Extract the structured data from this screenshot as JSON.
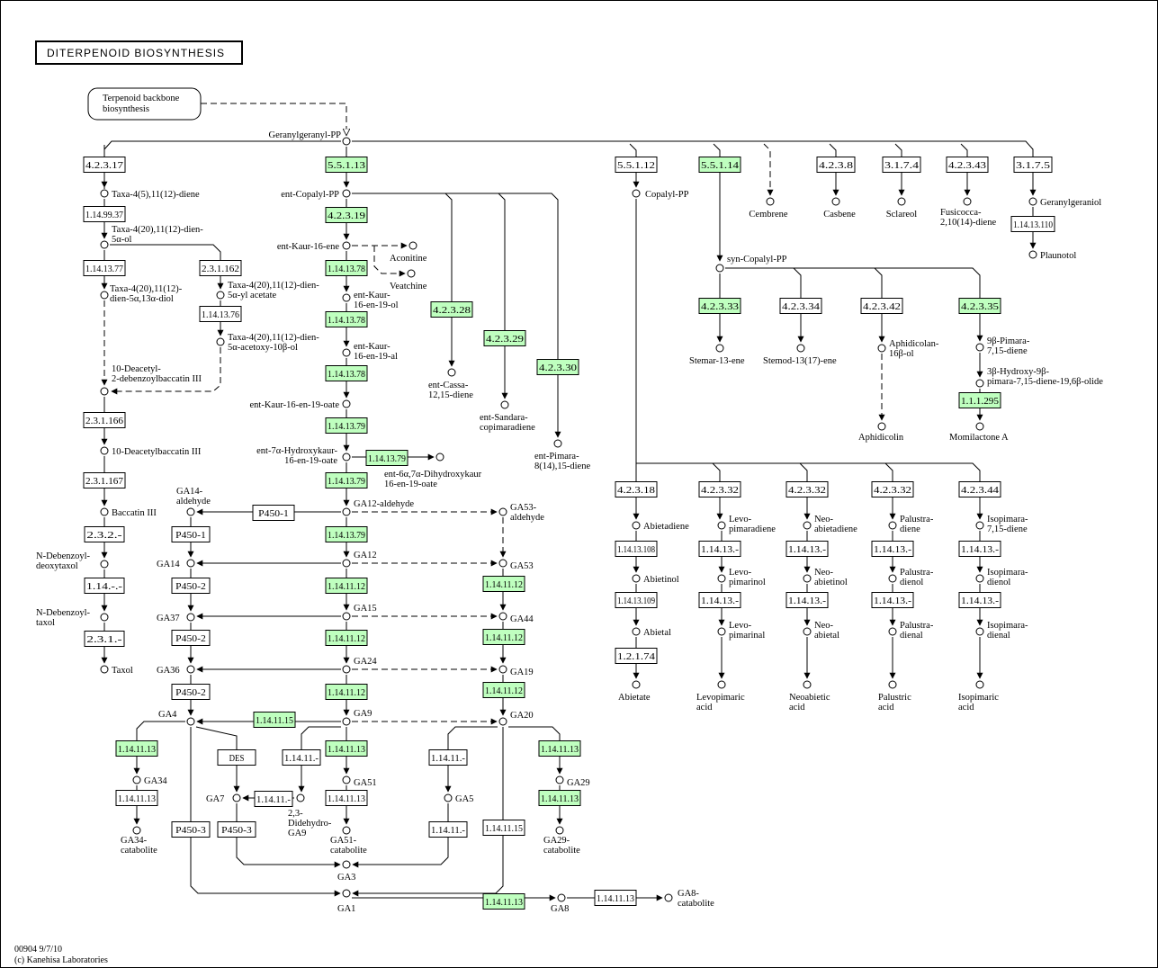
{
  "diagram": {
    "title": "DITERPENOID BIOSYNTHESIS",
    "map_ref": "Terpenoid backbone biosynthesis",
    "footer": [
      "00904 9/7/10",
      "(c) Kanehisa Laboratories"
    ],
    "colors": {
      "enzyme_present": "#bfffbf",
      "line": "#000000",
      "background": "#ffffff"
    },
    "enzymes": [
      {
        "id": "e1",
        "label": "4.2.3.17",
        "present": false
      },
      {
        "id": "e2",
        "label": "5.5.1.13",
        "present": true
      },
      {
        "id": "e3",
        "label": "5.5.1.12",
        "present": false
      },
      {
        "id": "e4",
        "label": "5.5.1.14",
        "present": true
      },
      {
        "id": "e5",
        "label": "4.2.3.8",
        "present": false
      },
      {
        "id": "e6",
        "label": "3.1.7.4",
        "present": false
      },
      {
        "id": "e7",
        "label": "4.2.3.43",
        "present": false
      },
      {
        "id": "e8",
        "label": "3.1.7.5",
        "present": false
      },
      {
        "id": "e9",
        "label": "1.14.99.37",
        "present": false
      },
      {
        "id": "e10",
        "label": "4.2.3.19",
        "present": true
      },
      {
        "id": "e11",
        "label": "1.14.13.110",
        "present": false
      },
      {
        "id": "e12",
        "label": "1.14.13.77",
        "present": false
      },
      {
        "id": "e13",
        "label": "2.3.1.162",
        "present": false
      },
      {
        "id": "e14",
        "label": "1.14.13.78",
        "present": true
      },
      {
        "id": "e15",
        "label": "1.14.13.76",
        "present": false
      },
      {
        "id": "e16",
        "label": "1.14.13.78",
        "present": true
      },
      {
        "id": "e17",
        "label": "4.2.3.28",
        "present": true
      },
      {
        "id": "e18",
        "label": "4.2.3.29",
        "present": true
      },
      {
        "id": "e19",
        "label": "4.2.3.30",
        "present": true
      },
      {
        "id": "e20",
        "label": "1.14.13.78",
        "present": true
      },
      {
        "id": "e21",
        "label": "4.2.3.33",
        "present": true
      },
      {
        "id": "e22",
        "label": "4.2.3.34",
        "present": false
      },
      {
        "id": "e23",
        "label": "4.2.3.42",
        "present": false
      },
      {
        "id": "e24",
        "label": "4.2.3.35",
        "present": true
      },
      {
        "id": "e25",
        "label": "1.1.1.295",
        "present": true
      },
      {
        "id": "e26",
        "label": "2.3.1.166",
        "present": false
      },
      {
        "id": "e27",
        "label": "1.14.13.79",
        "present": true
      },
      {
        "id": "e28",
        "label": "1.14.13.79",
        "present": true
      },
      {
        "id": "e29",
        "label": "2.3.1.167",
        "present": false
      },
      {
        "id": "e30",
        "label": "1.14.13.79",
        "present": true
      },
      {
        "id": "e31",
        "label": "4.2.3.18",
        "present": false
      },
      {
        "id": "e32",
        "label": "4.2.3.32",
        "present": false
      },
      {
        "id": "e33",
        "label": "4.2.3.32",
        "present": false
      },
      {
        "id": "e34",
        "label": "4.2.3.32",
        "present": false
      },
      {
        "id": "e35",
        "label": "4.2.3.44",
        "present": false
      },
      {
        "id": "e36",
        "label": "P450-1",
        "present": false
      },
      {
        "id": "e37",
        "label": "P450-1",
        "present": false
      },
      {
        "id": "e38",
        "label": "1.14.13.79",
        "present": true
      },
      {
        "id": "e39",
        "label": "2.3.2.-",
        "present": false
      },
      {
        "id": "e40",
        "label": "1.14.13.108",
        "present": false
      },
      {
        "id": "e41",
        "label": "1.14.13.-",
        "present": false
      },
      {
        "id": "e42",
        "label": "1.14.13.-",
        "present": false
      },
      {
        "id": "e43",
        "label": "1.14.13.-",
        "present": false
      },
      {
        "id": "e44",
        "label": "1.14.13.-",
        "present": false
      },
      {
        "id": "e45",
        "label": "P450-2",
        "present": false
      },
      {
        "id": "e46",
        "label": "1.14.11.12",
        "present": true
      },
      {
        "id": "e47",
        "label": "1.14.11.12",
        "present": true
      },
      {
        "id": "e48",
        "label": "1.14.-.-",
        "present": false
      },
      {
        "id": "e49",
        "label": "1.14.13.109",
        "present": false
      },
      {
        "id": "e50",
        "label": "1.14.13.-",
        "present": false
      },
      {
        "id": "e51",
        "label": "1.14.13.-",
        "present": false
      },
      {
        "id": "e52",
        "label": "1.14.13.-",
        "present": false
      },
      {
        "id": "e53",
        "label": "1.14.13.-",
        "present": false
      },
      {
        "id": "e54",
        "label": "P450-2",
        "present": false
      },
      {
        "id": "e55",
        "label": "1.14.11.12",
        "present": true
      },
      {
        "id": "e56",
        "label": "1.14.11.12",
        "present": true
      },
      {
        "id": "e57",
        "label": "2.3.1.-",
        "present": false
      },
      {
        "id": "e58",
        "label": "1.2.1.74",
        "present": false
      },
      {
        "id": "e59",
        "label": "P450-2",
        "present": false
      },
      {
        "id": "e60",
        "label": "1.14.11.12",
        "present": true
      },
      {
        "id": "e61",
        "label": "1.14.11.12",
        "present": true
      },
      {
        "id": "e62",
        "label": "1.14.11.15",
        "present": true
      },
      {
        "id": "e63",
        "label": "1.14.11.13",
        "present": true
      },
      {
        "id": "e64",
        "label": "DES",
        "present": false
      },
      {
        "id": "e65",
        "label": "1.14.11.-",
        "present": false
      },
      {
        "id": "e66",
        "label": "1.14.11.13",
        "present": true
      },
      {
        "id": "e67",
        "label": "1.14.11.-",
        "present": false
      },
      {
        "id": "e68",
        "label": "1.14.11.13",
        "present": true
      },
      {
        "id": "e69",
        "label": "1.14.11.13",
        "present": false
      },
      {
        "id": "e70",
        "label": "1.14.11.-",
        "present": false
      },
      {
        "id": "e71",
        "label": "1.14.11.13",
        "present": false
      },
      {
        "id": "e72",
        "label": "1.14.11.13",
        "present": true
      },
      {
        "id": "e73",
        "label": "P450-3",
        "present": false
      },
      {
        "id": "e74",
        "label": "P450-3",
        "present": false
      },
      {
        "id": "e75",
        "label": "1.14.11.-",
        "present": false
      },
      {
        "id": "e76",
        "label": "1.14.11.15",
        "present": false
      },
      {
        "id": "e77",
        "label": "1.14.11.13",
        "present": true
      },
      {
        "id": "e78",
        "label": "1.14.11.13",
        "present": false
      }
    ],
    "compounds": [
      {
        "id": "c1",
        "lines": [
          "Geranylgeranyl-PP"
        ]
      },
      {
        "id": "c2",
        "lines": [
          "Taxa-4(5),11(12)-diene"
        ]
      },
      {
        "id": "c3",
        "lines": [
          "ent-Copalyl-PP"
        ]
      },
      {
        "id": "c4",
        "lines": [
          "Copalyl-PP"
        ]
      },
      {
        "id": "c5",
        "lines": [
          "Cembrene"
        ]
      },
      {
        "id": "c6",
        "lines": [
          "Casbene"
        ]
      },
      {
        "id": "c7",
        "lines": [
          "Sclareol"
        ]
      },
      {
        "id": "c8",
        "lines": [
          "Fusicocca-",
          "2,10(14)-diene"
        ]
      },
      {
        "id": "c9",
        "lines": [
          "Geranylgeraniol"
        ]
      },
      {
        "id": "c10",
        "lines": [
          "Taxa-4(20),11(12)-dien-",
          "5α-ol"
        ]
      },
      {
        "id": "c11",
        "lines": [
          "ent-Kaur-16-ene"
        ]
      },
      {
        "id": "c12",
        "lines": [
          "Aconitine"
        ]
      },
      {
        "id": "c13",
        "lines": [
          "Plaunotol"
        ]
      },
      {
        "id": "c14",
        "lines": [
          "syn-Copalyl-PP"
        ]
      },
      {
        "id": "c15",
        "lines": [
          "Veatchine"
        ]
      },
      {
        "id": "c16",
        "lines": [
          "Taxa-4(20),11(12)-",
          "dien-5α,13α-diol"
        ]
      },
      {
        "id": "c17",
        "lines": [
          "Taxa-4(20),11(12)-dien-",
          "5α-yl acetate"
        ]
      },
      {
        "id": "c18",
        "lines": [
          "ent-Kaur-",
          "16-en-19-ol"
        ]
      },
      {
        "id": "c19",
        "lines": [
          "Taxa-4(20),11(12)-dien-",
          "5α-acetoxy-10β-ol"
        ]
      },
      {
        "id": "c20",
        "lines": [
          "ent-Kaur-",
          "16-en-19-al"
        ]
      },
      {
        "id": "c21",
        "lines": [
          "Stemar-13-ene"
        ]
      },
      {
        "id": "c22",
        "lines": [
          "Stemod-13(17)-ene"
        ]
      },
      {
        "id": "c23",
        "lines": [
          "Aphidicolan-",
          "16β-ol"
        ]
      },
      {
        "id": "c24",
        "lines": [
          "9β-Pimara-",
          "7,15-diene"
        ]
      },
      {
        "id": "c25",
        "lines": [
          "ent-Cassa-",
          "12,15-diene"
        ]
      },
      {
        "id": "c26",
        "lines": [
          "3β-Hydroxy-9β-",
          "pimara-7,15-diene-19,6β-olide"
        ]
      },
      {
        "id": "c27",
        "lines": [
          "10-Deacetyl-",
          "2-debenzoylbaccatin III"
        ]
      },
      {
        "id": "c28",
        "lines": [
          "ent-Kaur-16-en-19-oate"
        ]
      },
      {
        "id": "c29",
        "lines": [
          "ent-Sandara-",
          "copimaradiene"
        ]
      },
      {
        "id": "c30",
        "lines": [
          "Aphidicolin"
        ]
      },
      {
        "id": "c31",
        "lines": [
          "Momilactone A"
        ]
      },
      {
        "id": "c32",
        "lines": [
          "10-Deacetylbaccatin III"
        ]
      },
      {
        "id": "c33",
        "lines": [
          "ent-7α-Hydroxykaur-",
          "16-en-19-oate"
        ]
      },
      {
        "id": "c34",
        "lines": [
          "ent-Pimara-",
          "8(14),15-diene"
        ]
      },
      {
        "id": "c35",
        "lines": [
          "ent-6α,7α-Dihydroxykaur",
          "16-en-19-oate"
        ]
      },
      {
        "id": "c36",
        "lines": [
          "GA14-",
          "aldehyde"
        ]
      },
      {
        "id": "c37",
        "lines": [
          "Baccatin III"
        ]
      },
      {
        "id": "c38",
        "lines": [
          "GA12-aldehyde"
        ]
      },
      {
        "id": "c39",
        "lines": [
          "GA53-",
          "aldehyde"
        ]
      },
      {
        "id": "c40",
        "lines": [
          "Abietadiene"
        ]
      },
      {
        "id": "c41",
        "lines": [
          "Levo-",
          "pimaradiene"
        ]
      },
      {
        "id": "c42",
        "lines": [
          "Neo-",
          "abietadiene"
        ]
      },
      {
        "id": "c43",
        "lines": [
          "Palustra-",
          "diene"
        ]
      },
      {
        "id": "c44",
        "lines": [
          "Isopimara-",
          "7,15-diene"
        ]
      },
      {
        "id": "c45",
        "lines": [
          "N-Debenzoyl-",
          "deoxytaxol"
        ]
      },
      {
        "id": "c46",
        "lines": [
          "GA14"
        ]
      },
      {
        "id": "c47",
        "lines": [
          "GA12"
        ]
      },
      {
        "id": "c48",
        "lines": [
          "GA53"
        ]
      },
      {
        "id": "c49",
        "lines": [
          "Abietinol"
        ]
      },
      {
        "id": "c50",
        "lines": [
          "Levo-",
          "pimarinol"
        ]
      },
      {
        "id": "c51",
        "lines": [
          "Neo-",
          "abietinol"
        ]
      },
      {
        "id": "c52",
        "lines": [
          "Palustra-",
          "dienol"
        ]
      },
      {
        "id": "c53",
        "lines": [
          "Isopimara-",
          "dienol"
        ]
      },
      {
        "id": "c54",
        "lines": [
          "N-Debenzoyl-",
          "taxol"
        ]
      },
      {
        "id": "c55",
        "lines": [
          "GA37"
        ]
      },
      {
        "id": "c56",
        "lines": [
          "GA15"
        ]
      },
      {
        "id": "c57",
        "lines": [
          "GA44"
        ]
      },
      {
        "id": "c58",
        "lines": [
          "Abietal"
        ]
      },
      {
        "id": "c59",
        "lines": [
          "Levo-",
          "pimarinal"
        ]
      },
      {
        "id": "c60",
        "lines": [
          "Neo-",
          "abietal"
        ]
      },
      {
        "id": "c61",
        "lines": [
          "Palustra-",
          "dienal"
        ]
      },
      {
        "id": "c62",
        "lines": [
          "Isopimara-",
          "dienal"
        ]
      },
      {
        "id": "c63",
        "lines": [
          "Taxol"
        ]
      },
      {
        "id": "c64",
        "lines": [
          "GA36"
        ]
      },
      {
        "id": "c65",
        "lines": [
          "GA24"
        ]
      },
      {
        "id": "c66",
        "lines": [
          "GA19"
        ]
      },
      {
        "id": "c67",
        "lines": [
          "Abietate"
        ]
      },
      {
        "id": "c68",
        "lines": [
          "Levopimaric",
          "acid"
        ]
      },
      {
        "id": "c69",
        "lines": [
          "Neoabietic",
          "acid"
        ]
      },
      {
        "id": "c70",
        "lines": [
          "Palustric",
          "acid"
        ]
      },
      {
        "id": "c71",
        "lines": [
          "Isopimaric",
          "acid"
        ]
      },
      {
        "id": "c72",
        "lines": [
          "GA4"
        ]
      },
      {
        "id": "c73",
        "lines": [
          "GA9"
        ]
      },
      {
        "id": "c74",
        "lines": [
          "GA20"
        ]
      },
      {
        "id": "c75",
        "lines": [
          "GA34"
        ]
      },
      {
        "id": "c76",
        "lines": [
          "GA51"
        ]
      },
      {
        "id": "c77",
        "lines": [
          "GA29"
        ]
      },
      {
        "id": "c78",
        "lines": [
          "GA7"
        ]
      },
      {
        "id": "c79",
        "lines": [
          "GA5"
        ]
      },
      {
        "id": "c80",
        "lines": [
          "2,3-",
          "Didehydro-",
          "GA9"
        ]
      },
      {
        "id": "c81",
        "lines": [
          "GA34-",
          "catabolite"
        ]
      },
      {
        "id": "c82",
        "lines": [
          "GA51-",
          "catabolite"
        ]
      },
      {
        "id": "c83",
        "lines": [
          "GA29-",
          "catabolite"
        ]
      },
      {
        "id": "c84",
        "lines": [
          "GA3"
        ]
      },
      {
        "id": "c85",
        "lines": [
          "GA1"
        ]
      },
      {
        "id": "c86",
        "lines": [
          "GA8"
        ]
      },
      {
        "id": "c87",
        "lines": [
          "GA8-",
          "catabolite"
        ]
      }
    ]
  }
}
